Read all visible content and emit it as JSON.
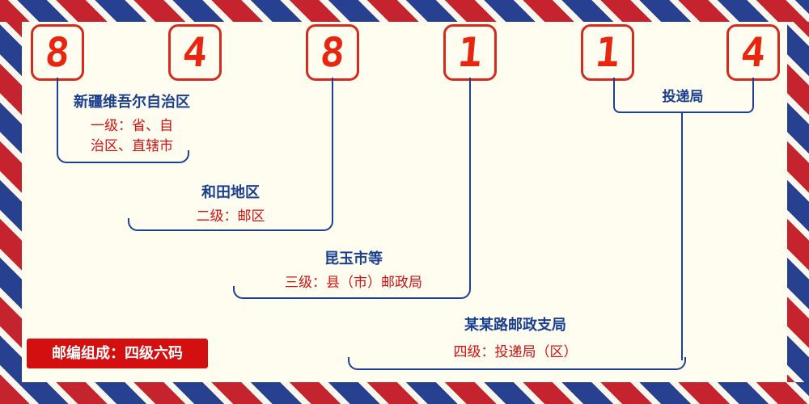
{
  "digits": [
    "8",
    "4",
    "8",
    "1",
    "1",
    "4"
  ],
  "labels": {
    "level1": {
      "name": "新疆维吾尔自治区",
      "desc": "一级：省、自治区、直辖市"
    },
    "level2": {
      "name": "和田地区",
      "desc": "二级：邮区"
    },
    "level3": {
      "name": "昆玉市等",
      "desc": "三级：县（市）邮政局"
    },
    "level4": {
      "name": "某某路邮政支局",
      "desc": "四级：投递局（区）"
    },
    "delivery": {
      "name": "投递局"
    }
  },
  "badge": {
    "text": "邮编组成：四级六码"
  },
  "colors": {
    "paper": "#fffdf0",
    "stripe_red": "#c5232e",
    "stripe_blue": "#27408f",
    "stripe_gap": "#faf8ee",
    "digit_red": "#e8250f",
    "box_border": "#d42b1e",
    "line_blue": "#1d3f94",
    "label_blue": "#1a3f8f",
    "label_red": "#cf1111",
    "badge_bg": "#d40f0f",
    "badge_text": "#ffffff"
  }
}
